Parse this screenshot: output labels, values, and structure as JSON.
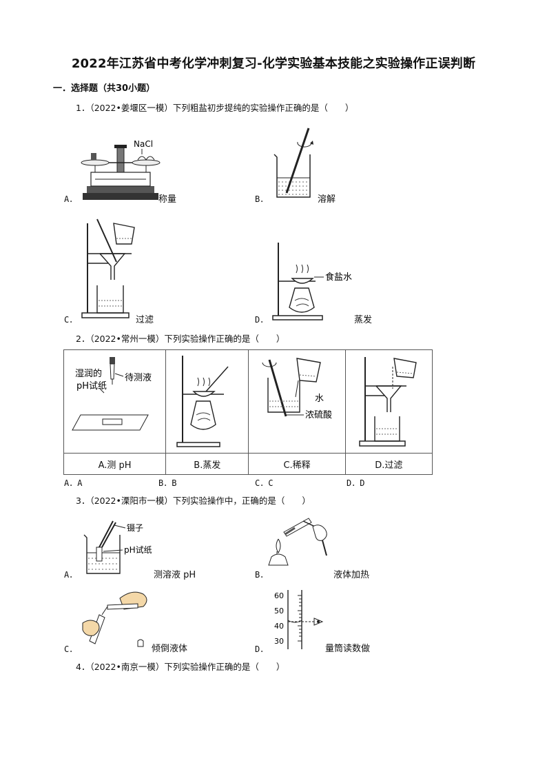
{
  "doc": {
    "title": "2022年江苏省中考化学冲刺复习-化学实验基本技能之实验操作正误判断",
    "section": "一．选择题（共30小题）"
  },
  "q1": {
    "text": "1．（2022•姜堰区一模）下列粗盐初步提纯的实验操作正确的是（　　）",
    "options": [
      {
        "letter": "A．",
        "caption": "称量",
        "label": "NaCl"
      },
      {
        "letter": "B．",
        "caption": "溶解"
      },
      {
        "letter": "C．",
        "caption": "过滤"
      },
      {
        "letter": "D．",
        "caption": "蒸发",
        "label": "食盐水"
      }
    ]
  },
  "q2": {
    "text": "2．（2022•常州一模）下列实验操作正确的是（　　）",
    "cells": [
      {
        "caption": "A.测 pH",
        "labels": [
          "湿润的",
          "pH试纸",
          "待测液"
        ]
      },
      {
        "caption": "B.蒸发"
      },
      {
        "caption": "C.稀释",
        "labels": [
          "水",
          "浓硫酸"
        ]
      },
      {
        "caption": "D.过滤"
      }
    ],
    "answers": [
      "A．A",
      "B．B",
      "C．C",
      "D．D"
    ]
  },
  "q3": {
    "text": "3．（2022•溧阳市一模）下列实验操作中，正确的是（　　）",
    "options": [
      {
        "letter": "A．",
        "caption": "测溶液 pH",
        "labels": [
          "镊子",
          "pH试纸"
        ]
      },
      {
        "letter": "B．",
        "caption": "液体加热"
      },
      {
        "letter": "C．",
        "caption": "倾倒液体"
      },
      {
        "letter": "D．",
        "caption": "量筒读数做",
        "scale": [
          "60",
          "50",
          "40",
          "30"
        ]
      }
    ]
  },
  "q4": {
    "text": "4．（2022•南京一模）下列实验操作正确的是（　　）"
  }
}
